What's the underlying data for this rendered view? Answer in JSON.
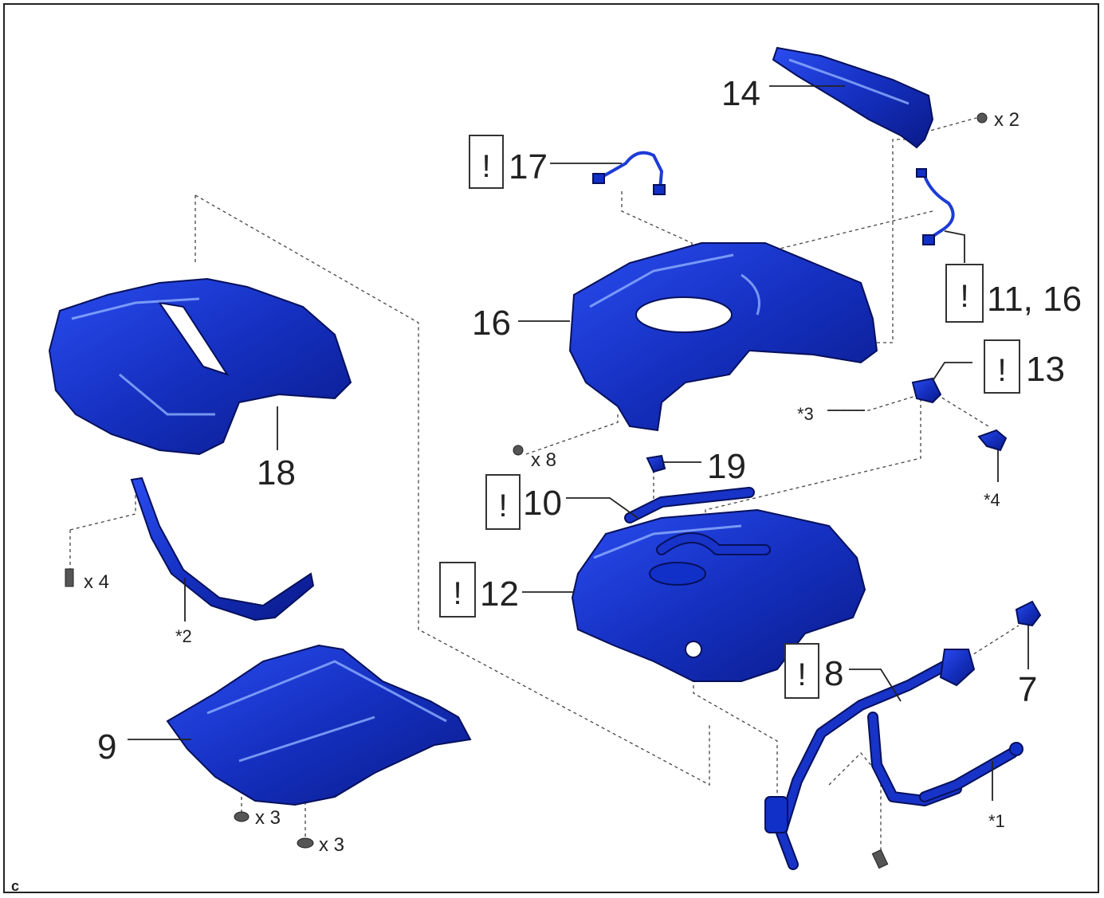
{
  "labels": {
    "p14": "14",
    "p17": "17",
    "p11_16": "11, 16",
    "p16": "16",
    "p13": "13",
    "p18": "18",
    "p19": "19",
    "p10": "10",
    "p12": "12",
    "p8": "8",
    "p7": "7",
    "p9": "9"
  },
  "warning_symbol": "!",
  "quantities": {
    "nut_14": "x 2",
    "clip_16": "x 8",
    "bolt_strap": "x 4",
    "nut_9a": "x 3",
    "clip_9b": "x 3"
  },
  "notes": {
    "n1": "*1",
    "n2": "*2",
    "n3": "*3",
    "n4": "*4"
  },
  "corner_mark": "c",
  "colors": {
    "part_blue": "#1733c8",
    "part_dark": "#06105c",
    "highlight": "#8fb0ff",
    "line": "#222222"
  }
}
